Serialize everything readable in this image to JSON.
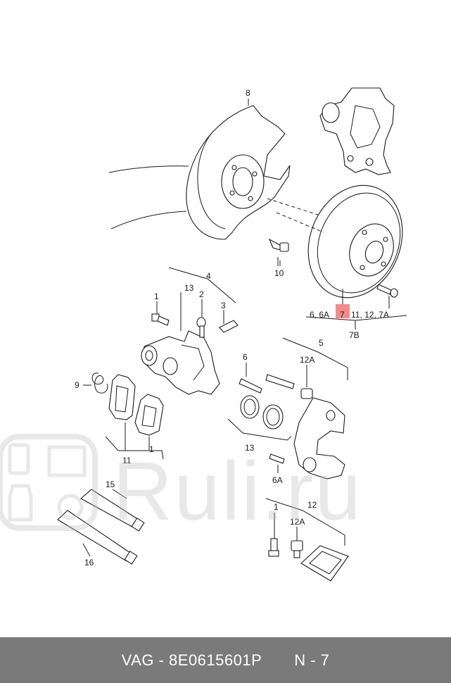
{
  "labels": {
    "l8": "8",
    "l10": "10",
    "l4": "4",
    "l13a": "13",
    "l1a": "1",
    "l2": "2",
    "l3": "3",
    "l9": "9",
    "l11": "11",
    "l1b": "1",
    "l6": "6",
    "l5": "5",
    "l12a": "12A",
    "l13b": "13",
    "l6a": "6A",
    "l15": "15",
    "l16": "16",
    "l1c": "1",
    "l12": "12",
    "l12ab": "12A",
    "l7b": "7B",
    "row_left": "6, 6A",
    "row_hl": "7",
    "row_right": "11, 12, 7A"
  },
  "highlight_color": "#f58a8a",
  "watermark": "Ruli.ru",
  "footer": {
    "brand": "VAG",
    "part_number": "8E0615601P",
    "position": "N - 7"
  }
}
